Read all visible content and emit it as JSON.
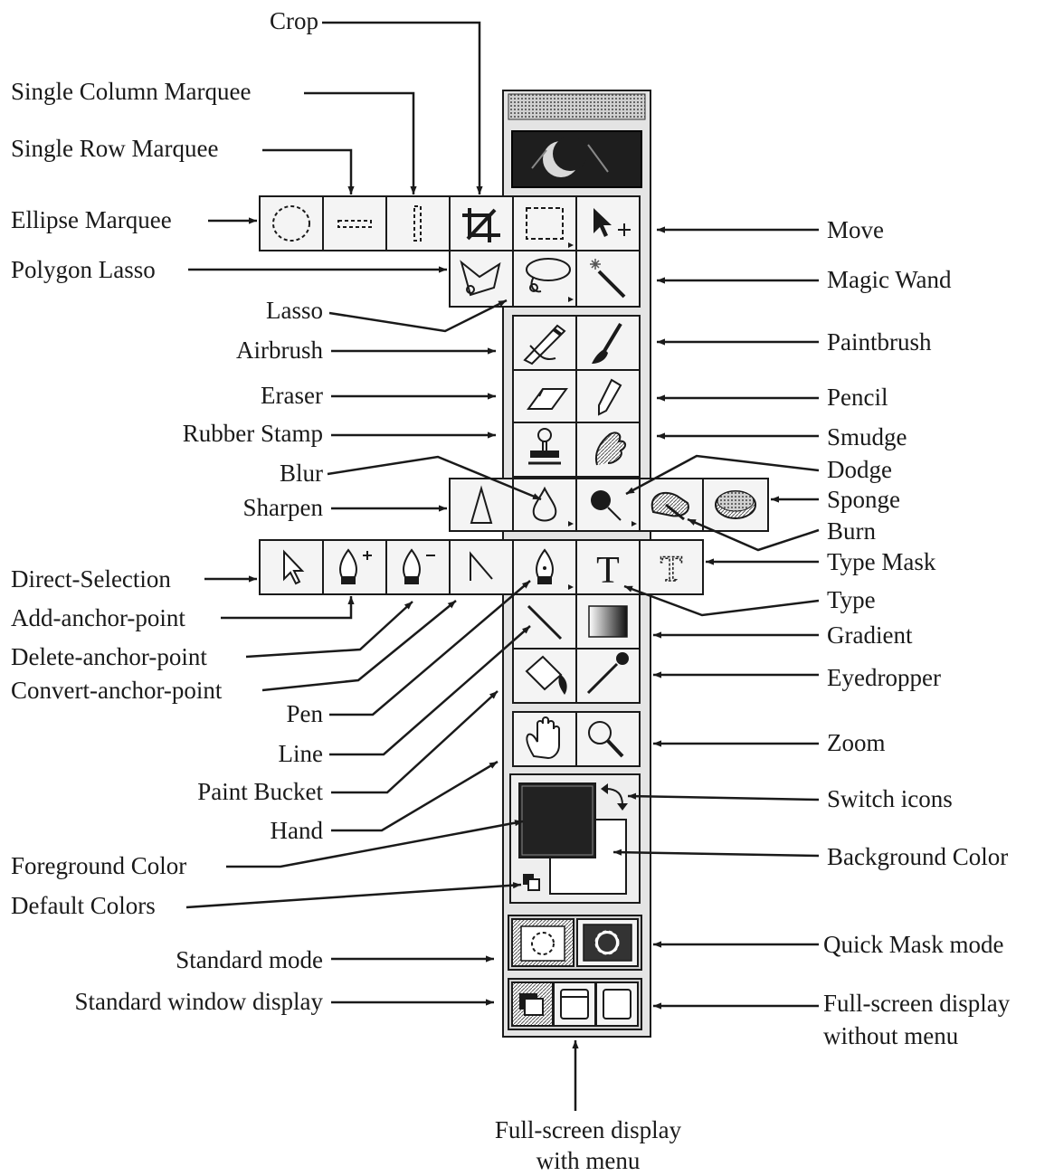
{
  "labels": {
    "crop": "Crop",
    "single_column_marquee": "Single Column Marquee",
    "single_row_marquee": "Single Row Marquee",
    "ellipse_marquee": "Ellipse Marquee",
    "polygon_lasso": "Polygon Lasso",
    "lasso": "Lasso",
    "airbrush": "Airbrush",
    "eraser": "Eraser",
    "rubber_stamp": "Rubber Stamp",
    "blur": "Blur",
    "sharpen": "Sharpen",
    "direct_selection": "Direct-Selection",
    "add_anchor_point": "Add-anchor-point",
    "delete_anchor_point": "Delete-anchor-point",
    "convert_anchor_point": "Convert-anchor-point",
    "pen": "Pen",
    "line": "Line",
    "paint_bucket": "Paint Bucket",
    "hand": "Hand",
    "foreground_color": "Foreground Color",
    "default_colors": "Default Colors",
    "standard_mode": "Standard mode",
    "standard_window_display": "Standard window display",
    "move": "Move",
    "magic_wand": "Magic Wand",
    "paintbrush": "Paintbrush",
    "pencil": "Pencil",
    "smudge": "Smudge",
    "dodge": "Dodge",
    "sponge": "Sponge",
    "burn": "Burn",
    "type_mask": "Type Mask",
    "type": "Type",
    "gradient": "Gradient",
    "eyedropper": "Eyedropper",
    "zoom": "Zoom",
    "switch_icons": "Switch icons",
    "background_color": "Background Color",
    "quick_mask_mode": "Quick Mask mode",
    "fullscreen_no_menu_1": "Full-screen display",
    "fullscreen_no_menu_2": "without menu",
    "fullscreen_menu_1": "Full-screen display",
    "fullscreen_menu_2": "with menu"
  },
  "icons": {
    "type_tool_glyph": "T",
    "type_mask_glyph": "T"
  },
  "colors": {
    "line": "#1a1a1a",
    "panel_bg": "#e4e4e4",
    "button_bg": "#f4f4f4",
    "foreground_swatch": "#222222",
    "background_swatch": "#ffffff"
  }
}
